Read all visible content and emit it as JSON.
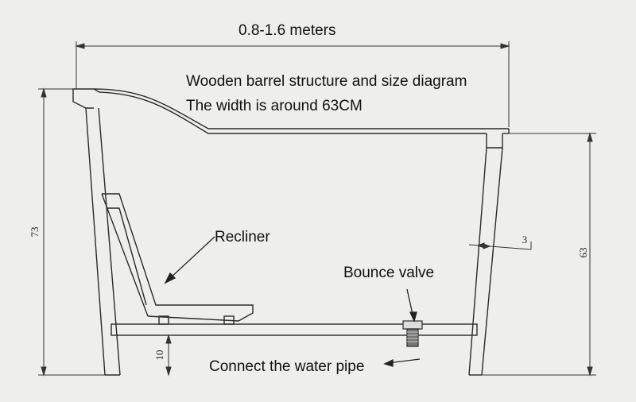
{
  "dimensions": {
    "overall_length": "0.8-1.6 meters",
    "total_height": "73",
    "wall_height": "63",
    "wall_thickness": "3",
    "leg_height": "10"
  },
  "annotations": {
    "title": "Wooden barrel structure and size diagram",
    "width_note": "The width is around 63CM",
    "recliner": "Recliner",
    "bounce_valve": "Bounce valve",
    "water_pipe": "Connect the water pipe"
  },
  "colors": {
    "background": "#eeeeec",
    "line": "#2a2a2a"
  }
}
